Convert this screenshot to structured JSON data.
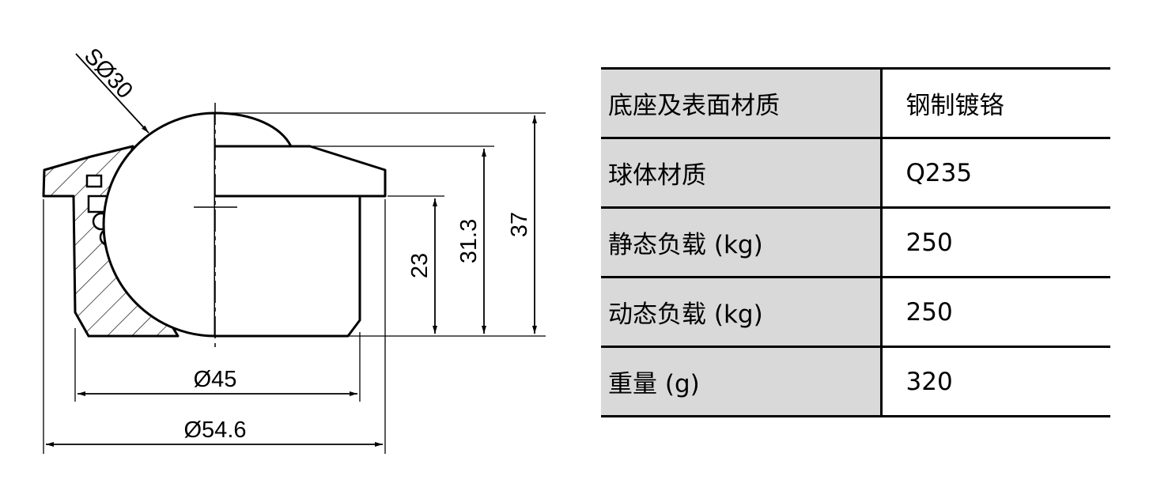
{
  "diagram": {
    "dimensions": {
      "sphere_diameter": "SØ30",
      "height_total": "37",
      "height_flange": "31.3",
      "height_body": "23",
      "body_diameter": "Ø45",
      "flange_diameter": "Ø54.6"
    }
  },
  "spec_table": {
    "rows": [
      {
        "label": "底座及表面材质",
        "value": "钢制镀铬"
      },
      {
        "label": "球体材质",
        "value": "Q235"
      },
      {
        "label": "静态负载 (kg)",
        "value": "250"
      },
      {
        "label": "动态负载 (kg)",
        "value": "250"
      },
      {
        "label": "重量 (g)",
        "value": "320"
      }
    ]
  },
  "colors": {
    "line": "#000000",
    "label_cell_bg": "#d9d9d9",
    "value_cell_bg": "#ffffff"
  }
}
